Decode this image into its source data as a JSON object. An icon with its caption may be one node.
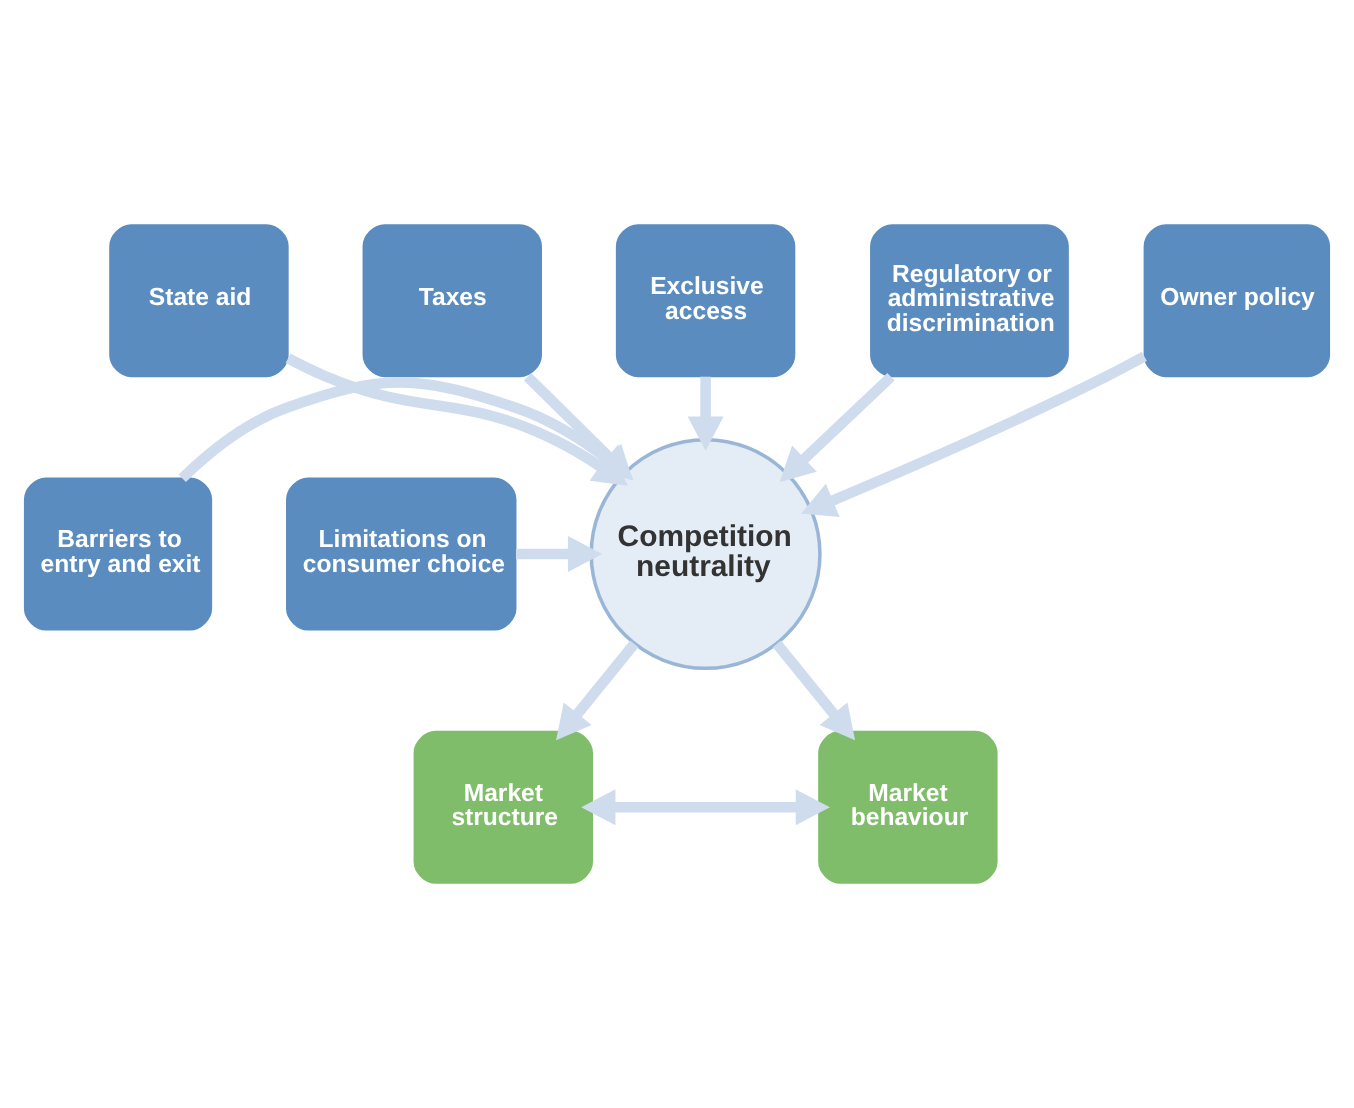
{
  "diagram": {
    "nodes": [
      {
        "text": [
          "Taxes"
        ]
      },
      {
        "text": [
          "State aid"
        ]
      },
      {
        "text": [
          "Exclusive access"
        ]
      },
      {
        "text": [
          "Regulatory or administrative discrimination"
        ]
      },
      {
        "text": [
          "Owner policy"
        ]
      },
      {
        "text": [
          "Barriers to entry and exit"
        ]
      },
      {
        "text": [
          "Limitations on consumer choice"
        ]
      },
      {
        "text": [
          "Competition neutrality"
        ]
      },
      {
        "text": [
          "Market structure"
        ]
      },
      {
        "text": [
          "Market behaviour"
        ]
      }
    ],
    "edges": [
      {
        "from": 0,
        "to": 7,
        "arrow": "to"
      },
      {
        "from": 1,
        "to": 7,
        "arrow": "to"
      },
      {
        "from": 2,
        "to": 7,
        "arrow": "to"
      },
      {
        "from": 3,
        "to": 7,
        "arrow": "to"
      },
      {
        "from": 4,
        "to": 7,
        "arrow": "to"
      },
      {
        "from": 5,
        "to": 7,
        "arrow": "to"
      },
      {
        "from": 6,
        "to": 7,
        "arrow": "to"
      },
      {
        "from": 7,
        "to": 8,
        "arrow": "to"
      },
      {
        "from": 7,
        "to": 9,
        "arrow": "to"
      },
      {
        "from": 8,
        "to": 9,
        "arrow": "both"
      }
    ]
  }
}
